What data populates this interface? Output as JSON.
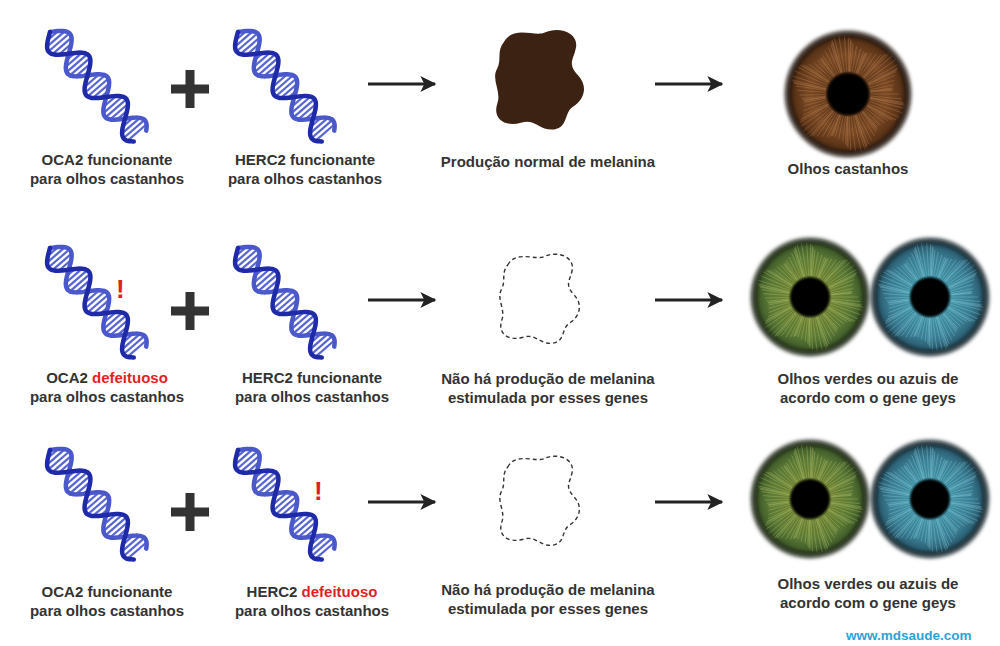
{
  "diagram": {
    "nodes": [
      {
        "text": [
          "OCA2 funcionante para olhos castanhos"
        ]
      },
      {
        "text": [
          "HERC2 funcionante para olhos castanhos"
        ]
      },
      {
        "text": [
          "Produção normal de melanina"
        ]
      },
      {
        "text": [
          "Olhos castanhos"
        ]
      },
      {
        "text": [
          "OCA2 defeituoso para olhos castanhos"
        ]
      },
      {
        "text": [
          "HERC2 funcionante para olhos castanhos"
        ]
      },
      {
        "text": [
          "Não há produção de melanina estimulada por esses genes"
        ]
      },
      {
        "text": [
          "Olhos verdes ou azuis de acordo com o gene geys"
        ]
      },
      {
        "text": [
          "OCA2 funcionante para olhos castanhos"
        ]
      },
      {
        "text": [
          "HERC2 defeituoso para olhos castanhos"
        ]
      },
      {
        "text": [
          "Não há produção de melanina estimulada por esses genes"
        ]
      },
      {
        "text": [
          "Olhos verdes ou azuis de acordo com o gene geys"
        ]
      }
    ],
    "edges": [
      {
        "from": 1,
        "to": 2,
        "arrow": "to"
      },
      {
        "from": 2,
        "to": 3,
        "arrow": "to"
      },
      {
        "from": 5,
        "to": 6,
        "arrow": "to"
      },
      {
        "from": 6,
        "to": 7,
        "arrow": "to"
      },
      {
        "from": 9,
        "to": 10,
        "arrow": "to"
      },
      {
        "from": 10,
        "to": 11,
        "arrow": "to"
      }
    ],
    "labels": [
      "!",
      "!",
      "www.mdsaude.com"
    ]
  }
}
